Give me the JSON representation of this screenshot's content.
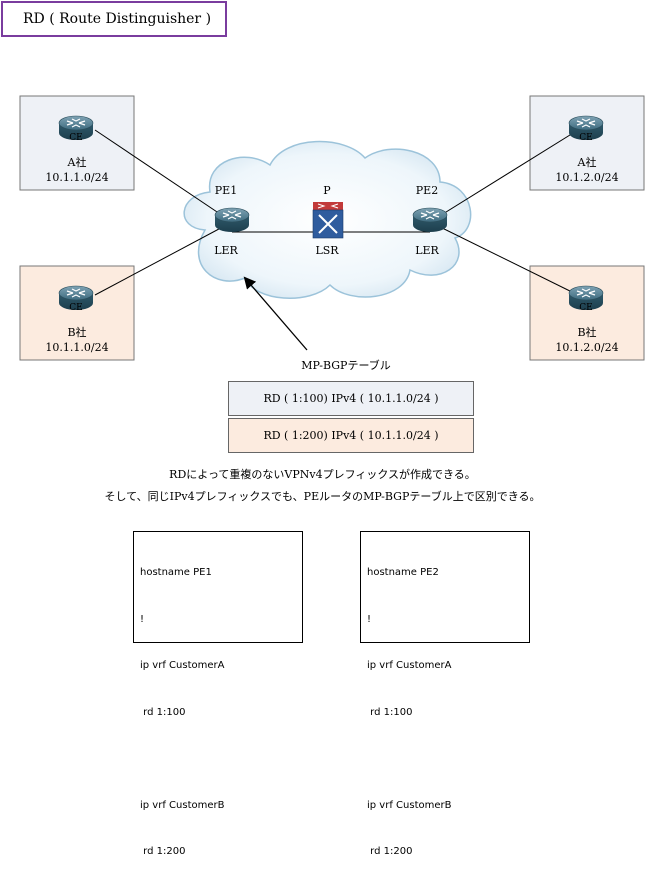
{
  "title": "RD ( Route Distinguisher )",
  "customers": [
    {
      "id": "left-a",
      "router_label": "CE",
      "name": "A社",
      "prefix": "10.1.1.0/24",
      "color": "#eef1f6"
    },
    {
      "id": "left-b",
      "router_label": "CE",
      "name": "B社",
      "prefix": "10.1.1.0/24",
      "color": "#fcebdf"
    },
    {
      "id": "right-a",
      "router_label": "CE",
      "name": "A社",
      "prefix": "10.1.2.0/24",
      "color": "#eef1f6"
    },
    {
      "id": "right-b",
      "router_label": "CE",
      "name": "B社",
      "prefix": "10.1.2.0/24",
      "color": "#fcebdf"
    }
  ],
  "core": {
    "pe1": {
      "name": "PE1",
      "role": "LER"
    },
    "p": {
      "name": "P",
      "role": "LSR"
    },
    "pe2": {
      "name": "PE2",
      "role": "LER"
    }
  },
  "table": {
    "title": "MP-BGPテーブル",
    "rows": [
      {
        "text": "RD ( 1:100)  IPv4 ( 10.1.1.0/24 )",
        "color": "#eef1f6"
      },
      {
        "text": "RD ( 1:200)  IPv4 ( 10.1.1.0/24 )",
        "color": "#fcebdf"
      }
    ]
  },
  "captions": [
    "RDによって重複のないVPNv4プレフィックスが作成できる。",
    "そして、同じIPv4プレフィックスでも、PEルータのMP-BGPテーブル上で区別できる。"
  ],
  "configs": [
    {
      "id": "pe1",
      "lines": [
        "hostname PE1",
        "!",
        "ip vrf CustomerA",
        " rd 1:100",
        "",
        "ip vrf CustomerB",
        " rd 1:200"
      ]
    },
    {
      "id": "pe2",
      "lines": [
        "hostname PE2",
        "!",
        "ip vrf CustomerA",
        " rd 1:100",
        "",
        "ip vrf CustomerB",
        " rd 1:200"
      ]
    }
  ]
}
